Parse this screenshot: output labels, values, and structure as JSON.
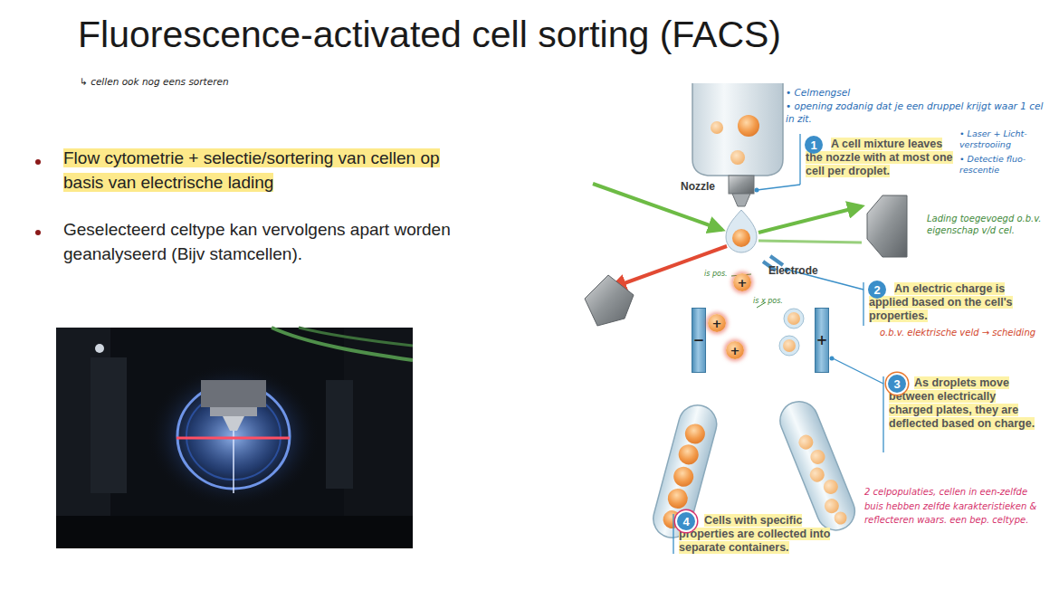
{
  "diagram": {
    "title": "Fluorescence-activated cell sorting (FACS)",
    "nodes": [
      {
        "text": [
          "1"
        ]
      },
      {
        "text": [
          "+"
        ]
      },
      {
        "text": [
          "2"
        ]
      },
      {
        "text": [
          "−"
        ]
      },
      {
        "text": [
          "+"
        ]
      },
      {
        "text": [
          "+"
        ]
      },
      {
        "text": [
          "+"
        ]
      },
      {
        "text": [
          "3"
        ]
      },
      {
        "text": [
          "4"
        ]
      }
    ],
    "labels": [
      "↳ cellen ook nog eens sorteren",
      "Flow cytometrie + selectie/sortering van cellen op basis van electrische lading",
      "Geselecteerd celtype kan vervolgens apart worden geanalyseerd (Bijv stamcellen).",
      "Nozzle",
      "Electrode",
      "A cell mixture leaves the nozzle with at most one cell per droplet.",
      "An electric charge is applied based on the cell's properties.",
      "As droplets move between electrically charged plates, they are deflected based on charge.",
      "Cells with specific properties are collected into separate containers.",
      "• Celmengsel",
      "• opening zodanig dat je een druppel krijgt waar 1 cel in zit.",
      "• Laser + Licht-verstrooiing",
      "• Detectie fluo-rescentie",
      "Lading toegevoegd o.b.v. eigenschap v/d cel.",
      "o.b.v. elektrische veld → scheiding",
      "2 celpopulaties, cellen in een-zelfde buis hebben zelfde karakteristieken & reflecteren waars. een bep. celtype.",
      "is pos.",
      "is x pos."
    ]
  }
}
